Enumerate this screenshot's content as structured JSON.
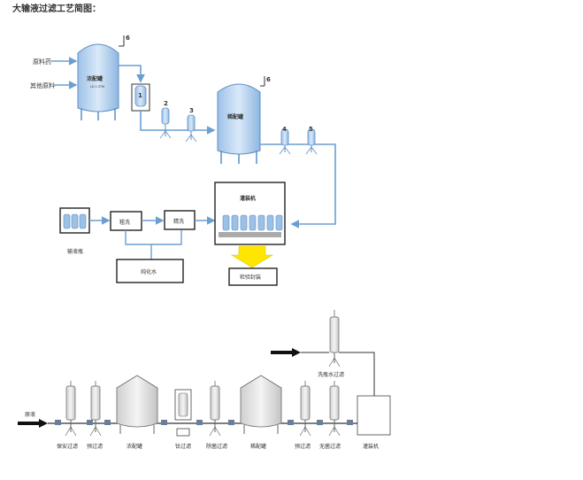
{
  "title": "大输液过滤工艺简图：",
  "top": {
    "input_raw": "原料药",
    "input_other": "其他原料",
    "tank_conc": "浓配罐",
    "tank_conc_sub": "LK 0 2TM",
    "tank_dilute": "稀配罐",
    "num_1": "1",
    "num_2": "2",
    "num_3": "3",
    "num_4": "4",
    "num_5": "5",
    "num_6a": "6",
    "num_6b": "6",
    "box_rough": "粗洗",
    "box_fine": "精洗",
    "box_pure": "纯化水",
    "machine": "灌装机",
    "bottle_label": "输液瓶",
    "inspect": "检验封装"
  },
  "bottom": {
    "raw_in": "原液",
    "labels": [
      "保安过滤",
      "预过滤",
      "浓配罐",
      "钛过滤",
      "除菌过滤",
      "稀配罐",
      "预过滤",
      "无菌过滤",
      "灌装机"
    ],
    "wash": "洗瓶水过滤"
  },
  "colors": {
    "pipe": "#6a9fd0",
    "tank": "#c5dcf3",
    "line": "#222222",
    "arrow": "#ffe600"
  }
}
